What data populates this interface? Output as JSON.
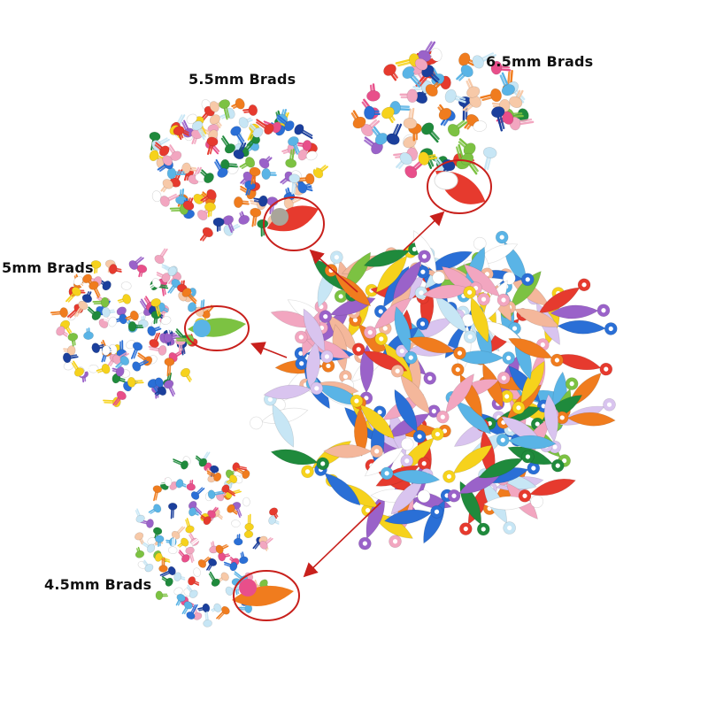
{
  "labels": {
    "brads_6_5": "6.5mm Brads",
    "brads_5_5": "5.5mm Brads",
    "brads_5": "5mm Brads",
    "brads_4_5": "4.5mm Brads"
  },
  "colors": {
    "callout": "#c8201c",
    "palette": [
      "#e63a2e",
      "#f07c1e",
      "#f6d21c",
      "#7cc242",
      "#1f8a3c",
      "#2a6fd6",
      "#1b3f9c",
      "#9a62c9",
      "#f2a6c0",
      "#f7c9a8",
      "#5ab4e6",
      "#ffffff",
      "#c7e6f5",
      "#e84f8a"
    ]
  }
}
